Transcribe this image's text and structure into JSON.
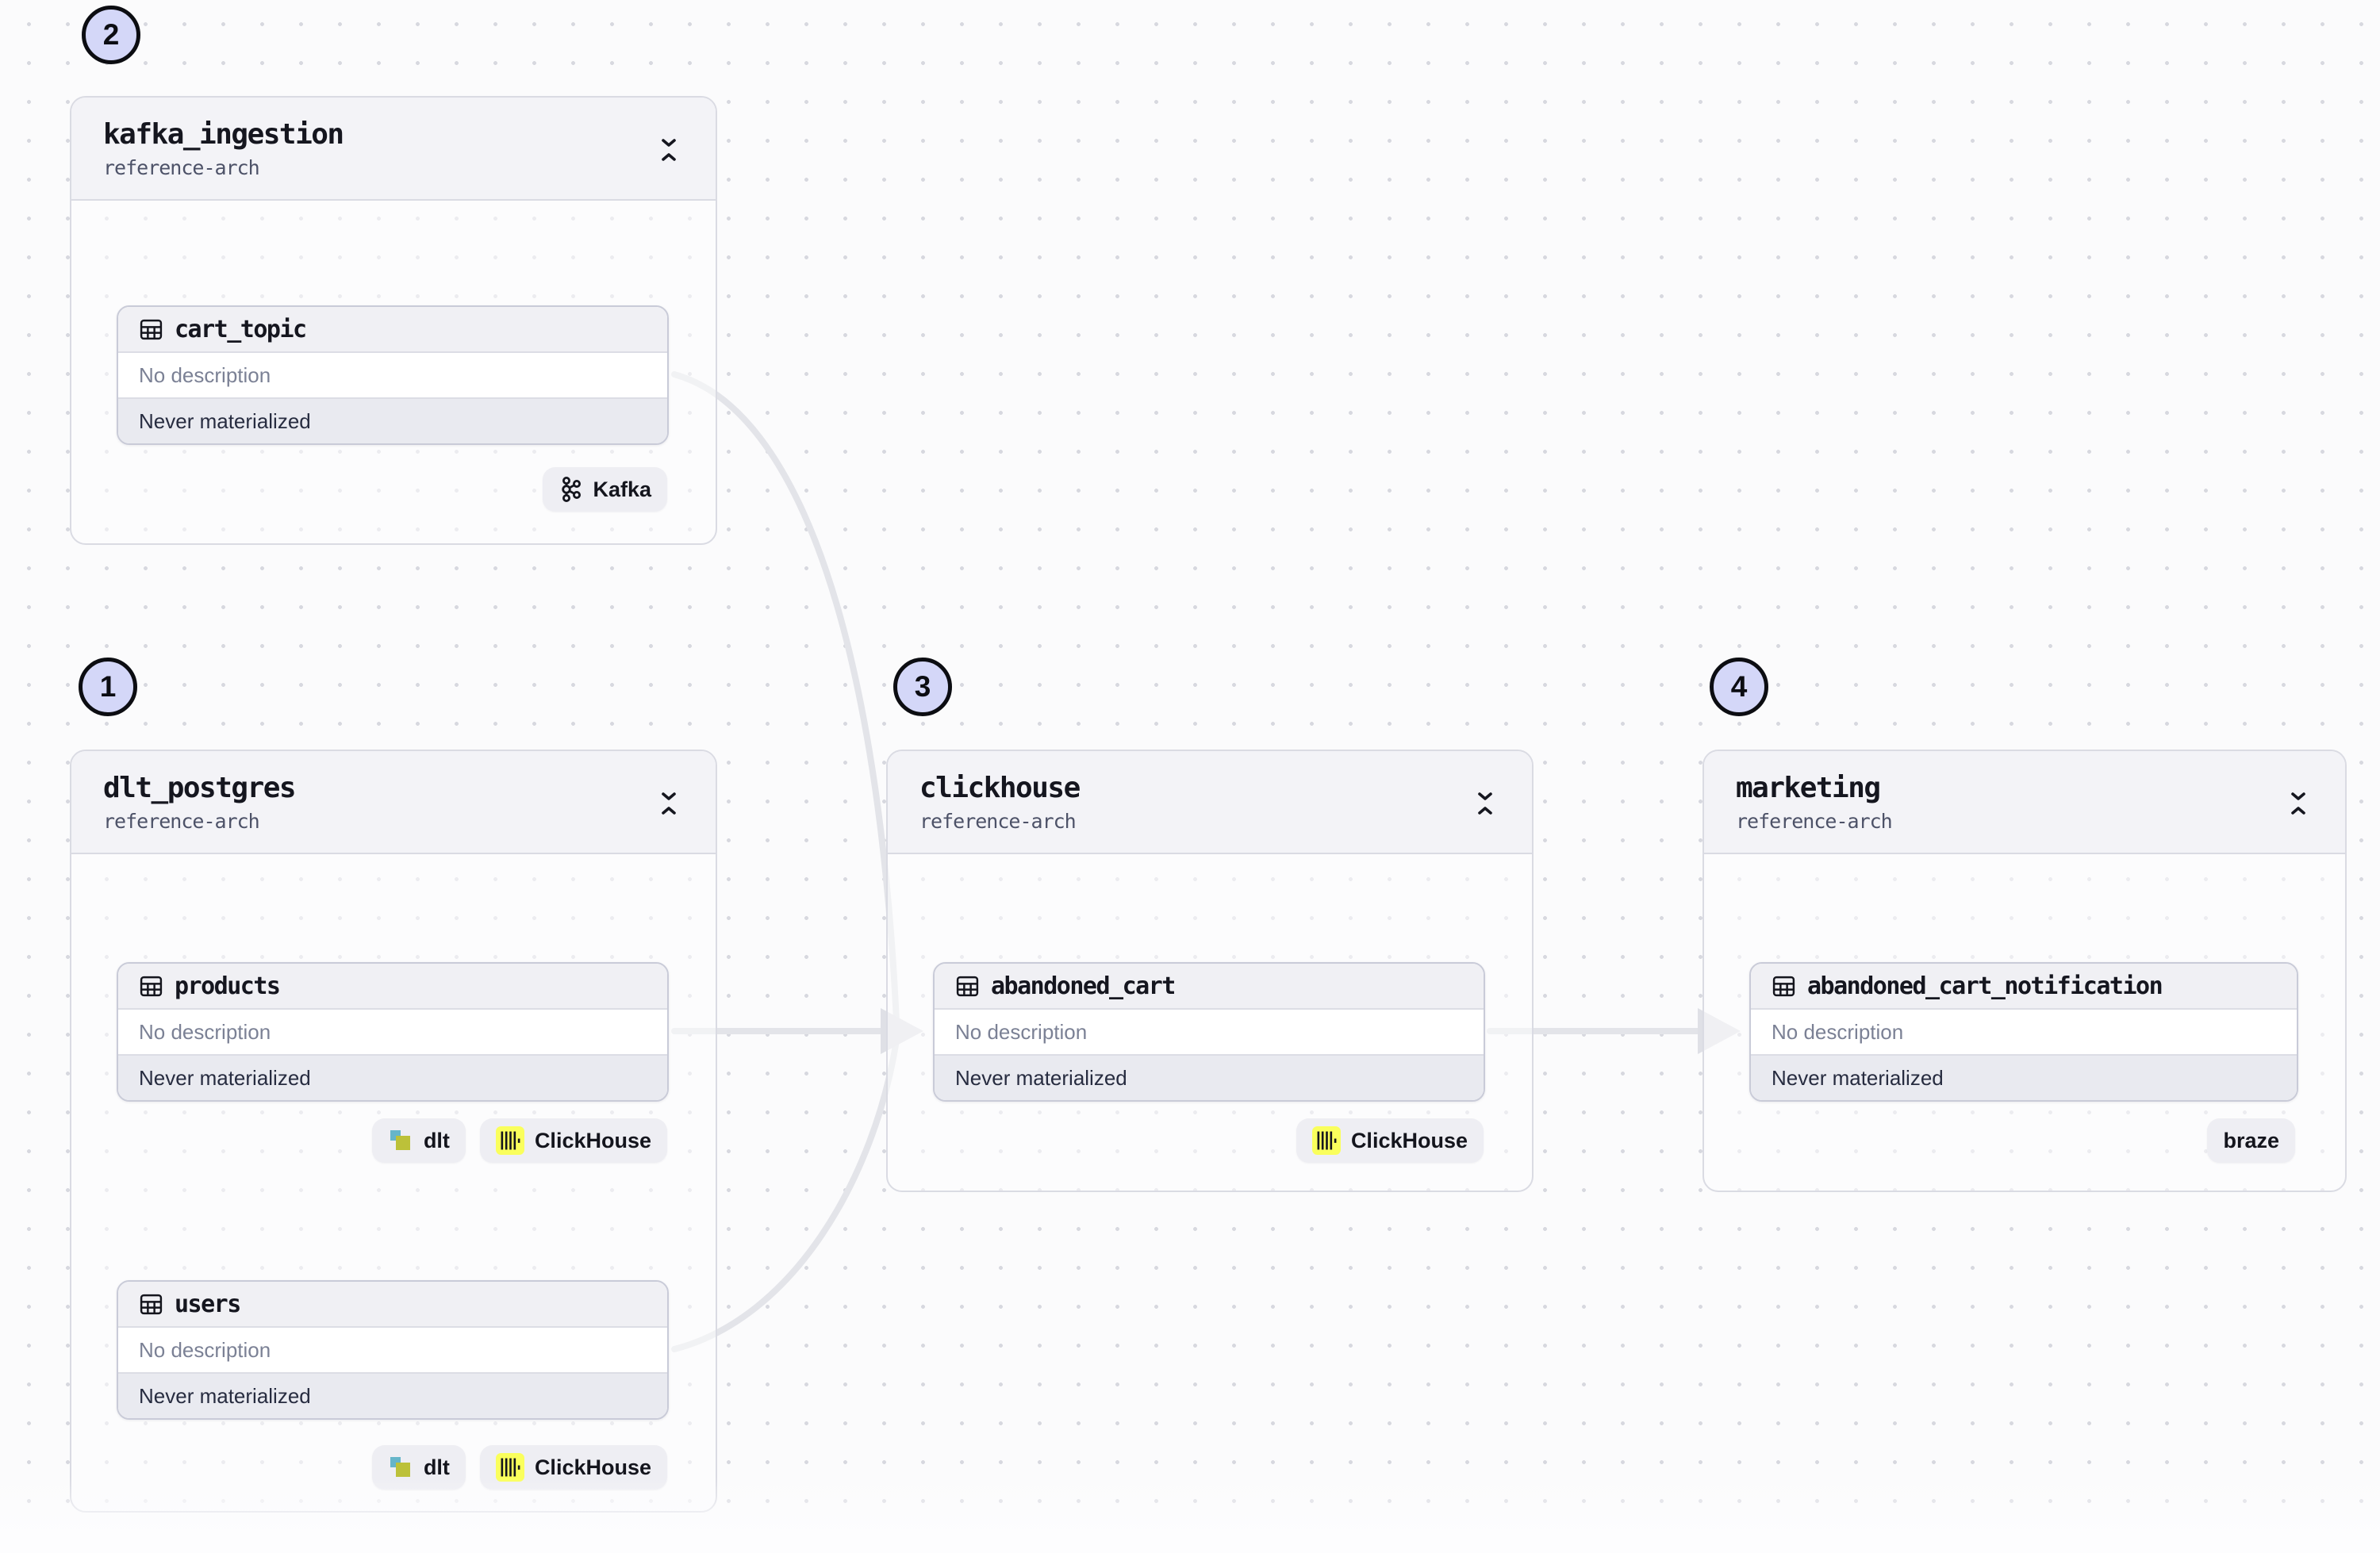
{
  "app": {
    "name": "asset-lineage-graph",
    "background": "#fbfbfc",
    "dot_color": "#d7d8df"
  },
  "colors": {
    "marker_fill": "#d4d7f8",
    "edge": "#e3e4e9",
    "group_header": "#f3f3f7",
    "node_status_bg": "#e9eaf0",
    "clickhouse_yellow": "#faff5c",
    "dlt_teal": "#66b5c9",
    "dlt_olive": "#bcc139",
    "ink": "#15161f"
  },
  "groups": [
    {
      "marker": "2",
      "title": "kafka_ingestion",
      "subtitle": "reference-arch",
      "collapse_icon": "collapse-vertical-icon",
      "assets": [
        {
          "name": "cart_topic",
          "icon": "table-icon",
          "description": "No description",
          "status": "Never materialized",
          "badges": [
            {
              "label": "Kafka",
              "icon": "kafka-icon"
            }
          ]
        }
      ]
    },
    {
      "marker": "1",
      "title": "dlt_postgres",
      "subtitle": "reference-arch",
      "collapse_icon": "collapse-vertical-icon",
      "assets": [
        {
          "name": "products",
          "icon": "table-icon",
          "description": "No description",
          "status": "Never materialized",
          "badges": [
            {
              "label": "dlt",
              "icon": "dlt-icon"
            },
            {
              "label": "ClickHouse",
              "icon": "clickhouse-icon"
            }
          ]
        },
        {
          "name": "users",
          "icon": "table-icon",
          "description": "No description",
          "status": "Never materialized",
          "badges": [
            {
              "label": "dlt",
              "icon": "dlt-icon"
            },
            {
              "label": "ClickHouse",
              "icon": "clickhouse-icon"
            }
          ]
        }
      ]
    },
    {
      "marker": "3",
      "title": "clickhouse",
      "subtitle": "reference-arch",
      "collapse_icon": "collapse-vertical-icon",
      "assets": [
        {
          "name": "abandoned_cart",
          "icon": "table-icon",
          "description": "No description",
          "status": "Never materialized",
          "badges": [
            {
              "label": "ClickHouse",
              "icon": "clickhouse-icon"
            }
          ]
        }
      ]
    },
    {
      "marker": "4",
      "title": "marketing",
      "subtitle": "reference-arch",
      "collapse_icon": "collapse-vertical-icon",
      "assets": [
        {
          "name": "abandoned_cart_notification",
          "icon": "table-icon",
          "description": "No description",
          "status": "Never materialized",
          "badges": [
            {
              "label": "braze"
            }
          ]
        }
      ]
    }
  ],
  "edges": [
    {
      "from": "cart_topic",
      "to": "abandoned_cart"
    },
    {
      "from": "products",
      "to": "abandoned_cart"
    },
    {
      "from": "users",
      "to": "abandoned_cart"
    },
    {
      "from": "abandoned_cart",
      "to": "abandoned_cart_notification"
    }
  ]
}
